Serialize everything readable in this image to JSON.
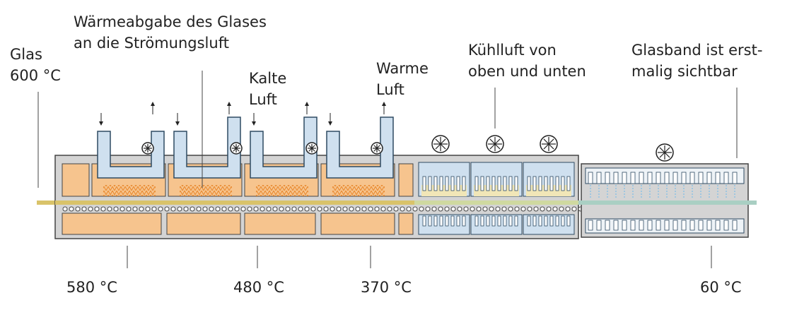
{
  "colors": {
    "casing": "#d4d4d4",
    "outline": "#444444",
    "brick": "#f6c48e",
    "duct": "#cfe0ef",
    "duct_stroke": "#2e4a62",
    "glass_hot": "#d9c36a",
    "glass_cool": "#a9cfc3",
    "heat_mark": "#e8862a",
    "fin_fill": "#f1e6b7",
    "spray": "#9fc6e0"
  },
  "icons": [
    "fan-icon",
    "down-arrow-icon",
    "up-arrow-icon"
  ],
  "labels": {
    "glass": [
      "Glas",
      "600 °C"
    ],
    "heat_release": [
      "Wärmeabgabe des Glases",
      "an die Strömungsluft"
    ],
    "cold_air": [
      "Kalte",
      "Luft"
    ],
    "warm_air": [
      "Warme",
      "Luft"
    ],
    "cooling_air": [
      "Kühlluft von",
      "oben und unten"
    ],
    "ribbon_visible": [
      "Glasband ist erst-",
      "malig sichtbar"
    ]
  },
  "temperatures": [
    "580 °C",
    "480 °C",
    "370 °C",
    "60 °C"
  ]
}
